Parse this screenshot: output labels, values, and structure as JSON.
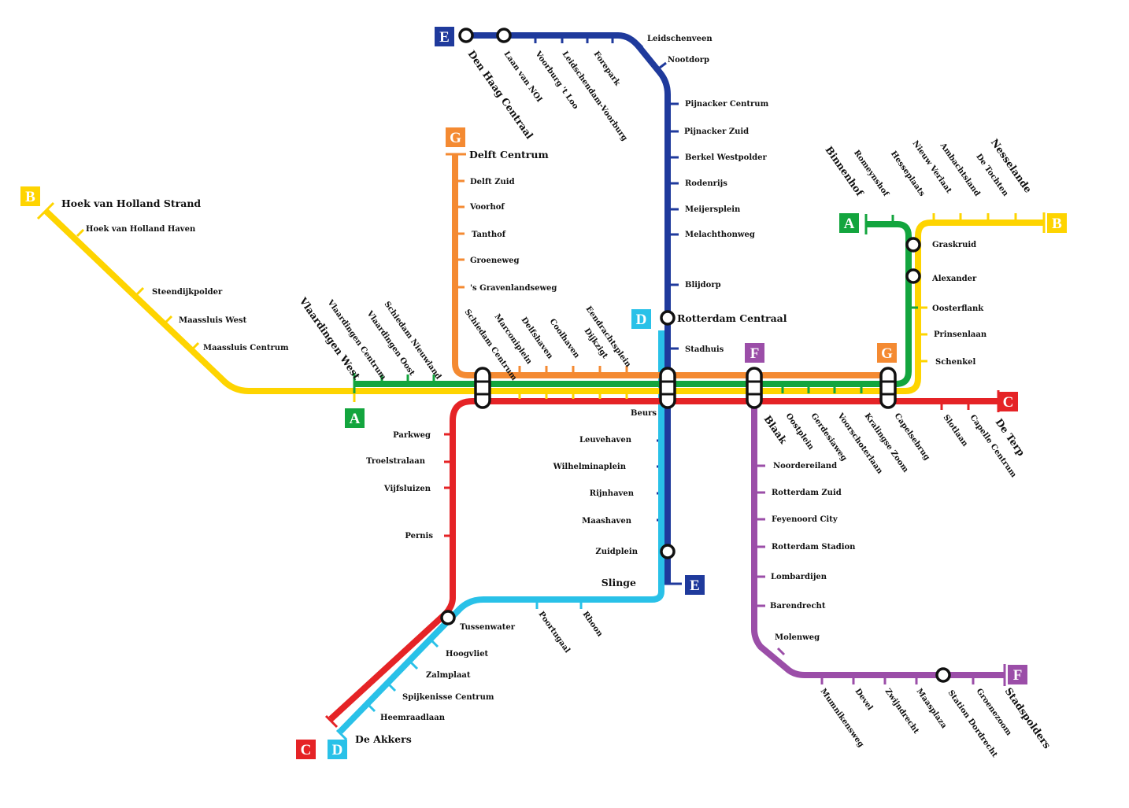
{
  "lines": {
    "A": {
      "color": "#13a53e"
    },
    "B": {
      "color": "#fed400"
    },
    "C": {
      "color": "#e52326"
    },
    "D": {
      "color": "#29c1e8"
    },
    "E": {
      "color": "#1f3a9c"
    },
    "F": {
      "color": "#9b4ea8"
    },
    "G": {
      "color": "#f48a32"
    }
  },
  "badges": [
    {
      "line": "E",
      "text": "E"
    },
    {
      "line": "E",
      "text": "E"
    },
    {
      "line": "G",
      "text": "G"
    },
    {
      "line": "G",
      "text": "G"
    },
    {
      "line": "B",
      "text": "B"
    },
    {
      "line": "B",
      "text": "B"
    },
    {
      "line": "A",
      "text": "A"
    },
    {
      "line": "A",
      "text": "A"
    },
    {
      "line": "D",
      "text": "D"
    },
    {
      "line": "D",
      "text": "D"
    },
    {
      "line": "F",
      "text": "F"
    },
    {
      "line": "F",
      "text": "F"
    },
    {
      "line": "C",
      "text": "C"
    },
    {
      "line": "C",
      "text": "C"
    }
  ],
  "stations": [
    "Den Haag Centraal",
    "Laan van NOI",
    "Voorburg 't Loo",
    "Leidschendam-Voorburg",
    "Forepark",
    "Leidschenveen",
    "Nootdorp",
    "Pijnacker Centrum",
    "Pijnacker Zuid",
    "Berkel Westpolder",
    "Rodenrijs",
    "Meijersplein",
    "Melachthonweg",
    "Blijdorp",
    "Rotterdam Centraal",
    "Stadhuis",
    "Delft Centrum",
    "Delft Zuid",
    "Voorhof",
    "Tanthof",
    "Groeneweg",
    "'s Gravenlandseweg",
    "Hoek van Holland Strand",
    "Hoek van Holland Haven",
    "Steendijkpolder",
    "Maassluis West",
    "Maassluis Centrum",
    "Vlaardingen West",
    "Vlaardingen Centrum",
    "Vlaardingen Oost",
    "Schiedam Nieuwland",
    "Schiedam Centrum",
    "Marconiplein",
    "Delfshaven",
    "Coolhaven",
    "Dijkzigt",
    "Eendrachtsplein",
    "Beurs",
    "Leuvehaven",
    "Wilhelminaplein",
    "Rijnhaven",
    "Maashaven",
    "Zuidplein",
    "Slinge",
    "Poortugaal",
    "Rhoon",
    "Tussenwater",
    "Hoogvliet",
    "Zalmplaat",
    "Spijkenisse Centrum",
    "Heemraadlaan",
    "De Akkers",
    "Parkweg",
    "Troelstralaan",
    "Vijfsluizen",
    "Pernis",
    "Blaak",
    "Oostplein",
    "Gerdesiaweg",
    "Voorschoterlaan",
    "Kralingse Zoom",
    "Capelsebrug",
    "Slotlaan",
    "Capelle Centrum",
    "De Terp",
    "Noordereiland",
    "Rotterdam Zuid",
    "Feyenoord City",
    "Rotterdam Stadion",
    "Lombardijen",
    "Barendrecht",
    "Molenweg",
    "Mumnikensweg",
    "Devel",
    "Zwijndrecht",
    "Maasplaza",
    "Station Dordrecht",
    "Groenezoom",
    "Stadspolders",
    "Binnenhof",
    "Romeynshof",
    "Hesseplaats",
    "Nieuw Verlaat",
    "Ambachtsland",
    "De Tochten",
    "Nesselande",
    "Graskruid",
    "Alexander",
    "Oosterflank",
    "Prinsenlaan",
    "Schenkel"
  ]
}
